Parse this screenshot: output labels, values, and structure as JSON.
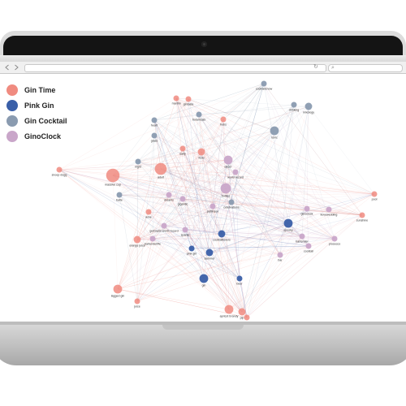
{
  "legend": [
    {
      "label": "Gin Time",
      "color": "#f08b80"
    },
    {
      "label": "Pink Gin",
      "color": "#3a5fa8"
    },
    {
      "label": "Gin Cocktail",
      "color": "#8a9bb0"
    },
    {
      "label": "GinoClock",
      "color": "#c9a6c9"
    }
  ],
  "browser": {
    "back_icon": "back-icon",
    "forward_icon": "forward-icon",
    "reload_glyph": "↻",
    "search_glyph": "⌕"
  },
  "graph": {
    "nodes": [
      {
        "id": "cocktailsnow",
        "label": "cocktailsnow",
        "group": 2,
        "size": 1
      },
      {
        "id": "drinking",
        "label": "drinking",
        "group": 2,
        "size": 1
      },
      {
        "id": "mixology",
        "label": "mixology",
        "group": 2,
        "size": 1.5
      },
      {
        "id": "martini",
        "label": "martini",
        "group": 0,
        "size": 1
      },
      {
        "id": "gintasia",
        "label": "gintasia",
        "group": 0,
        "size": 1
      },
      {
        "id": "heart",
        "label": "heart",
        "group": 2,
        "size": 1
      },
      {
        "id": "hobs",
        "label": "hobs",
        "group": 0,
        "size": 1
      },
      {
        "id": "botanicals",
        "label": "botanicals",
        "group": 2,
        "size": 1
      },
      {
        "id": "food",
        "label": "food",
        "group": 0,
        "size": 1.5
      },
      {
        "id": "tonic",
        "label": "tonic",
        "group": 2,
        "size": 2
      },
      {
        "id": "glass",
        "label": "glass",
        "group": 2,
        "size": 1
      },
      {
        "id": "salty",
        "label": "salty",
        "group": 0,
        "size": 1
      },
      {
        "id": "night",
        "label": "night",
        "group": 2,
        "size": 1
      },
      {
        "id": "snoop-dogg",
        "label": "snoop dogg",
        "group": 0,
        "size": 1
      },
      {
        "id": "massive-cup",
        "label": "massive cup",
        "group": 0,
        "size": 3.5
      },
      {
        "id": "adult",
        "label": "adult",
        "group": 0,
        "size": 3
      },
      {
        "id": "decor",
        "label": "decor",
        "group": 3,
        "size": 2
      },
      {
        "id": "world-record",
        "label": "world record",
        "group": 3,
        "size": 1
      },
      {
        "id": "bottles",
        "label": "bottles",
        "group": 3,
        "size": 2.5
      },
      {
        "id": "batle",
        "label": "batle",
        "group": 2,
        "size": 1
      },
      {
        "id": "dreams",
        "label": "dreams",
        "group": 3,
        "size": 1
      },
      {
        "id": "gigantic",
        "label": "gigantic",
        "group": 3,
        "size": 1
      },
      {
        "id": "pattinson",
        "label": "pattinson",
        "group": 3,
        "size": 1
      },
      {
        "id": "celebrations",
        "label": "celebrations",
        "group": 2,
        "size": 1
      },
      {
        "id": "wine",
        "label": "wine",
        "group": 0,
        "size": 1
      },
      {
        "id": "orange-juice",
        "label": "orange juice",
        "group": 0,
        "size": 1.5
      },
      {
        "id": "guinness-world-record",
        "label": "guinness world record",
        "group": 3,
        "size": 1
      },
      {
        "id": "sparks",
        "label": "sparks",
        "group": 3,
        "size": 1
      },
      {
        "id": "bartenderlife",
        "label": "bartenderlife",
        "group": 3,
        "size": 1
      },
      {
        "id": "cocktaillovers",
        "label": "cocktaillovers",
        "group": 1,
        "size": 1.5
      },
      {
        "id": "pink-gin",
        "label": "pink gin",
        "group": 1,
        "size": 1
      },
      {
        "id": "summer",
        "label": "summer",
        "group": 1,
        "size": 1.5
      },
      {
        "id": "gin",
        "label": "gin",
        "group": 1,
        "size": 2
      },
      {
        "id": "beer",
        "label": "beer",
        "group": 1,
        "size": 1
      },
      {
        "id": "lagged-gin",
        "label": "lagged gin",
        "group": 0,
        "size": 2
      },
      {
        "id": "juice",
        "label": "juice",
        "group": 0,
        "size": 1
      },
      {
        "id": "pip",
        "label": "pip",
        "group": 0,
        "size": 1.5
      },
      {
        "id": "apricot-brandy",
        "label": "apricot brandy",
        "group": 0,
        "size": 2
      },
      {
        "id": "weekend-snoop-dogg",
        "label": "weekend snoop dogg",
        "group": 0,
        "size": 1
      },
      {
        "id": "pool",
        "label": "pool",
        "group": 0,
        "size": 1
      },
      {
        "id": "sunshine",
        "label": "sunshine",
        "group": 0,
        "size": 1
      },
      {
        "id": "ginoclock",
        "label": "ginoclock",
        "group": 3,
        "size": 1
      },
      {
        "id": "ilovewedding",
        "label": "ilovewedding",
        "group": 3,
        "size": 1
      },
      {
        "id": "spooky",
        "label": "spooky",
        "group": 1,
        "size": 2
      },
      {
        "id": "bartender",
        "label": "bartender",
        "group": 3,
        "size": 1
      },
      {
        "id": "prosecco",
        "label": "prosecco",
        "group": 3,
        "size": 1
      },
      {
        "id": "cocktail",
        "label": "cocktail",
        "group": 3,
        "size": 1
      },
      {
        "id": "bar",
        "label": "bar",
        "group": 3,
        "size": 1
      }
    ]
  }
}
